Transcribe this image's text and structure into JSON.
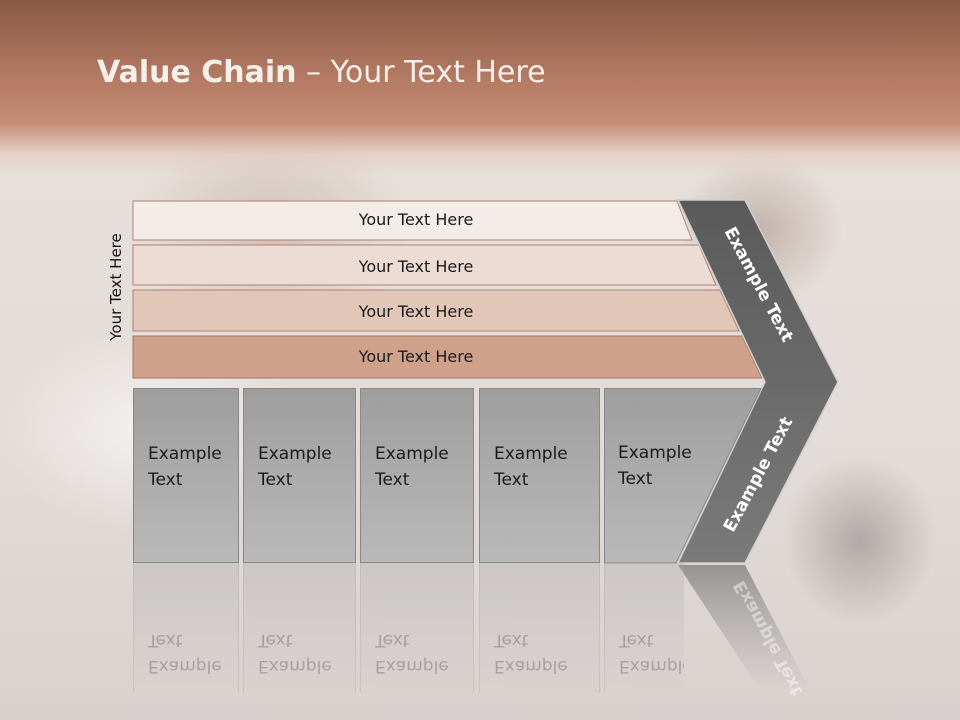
{
  "title": {
    "bold": "Value Chain",
    "rest": " – Your Text Here"
  },
  "vertical_label": "Your Text Here",
  "rows": [
    {
      "label": "Your Text Here",
      "color": "#f4ece9"
    },
    {
      "label": "Your Text Here",
      "color": "#ecdcd4"
    },
    {
      "label": "Your Text Here",
      "color": "#e2c6b8"
    },
    {
      "label": "Your Text Here",
      "color": "#cfa08a"
    }
  ],
  "boxes": [
    {
      "line1": "Example",
      "line2": "Text"
    },
    {
      "line1": "Example",
      "line2": "Text"
    },
    {
      "line1": "Example",
      "line2": "Text"
    },
    {
      "line1": "Example",
      "line2": "Text"
    },
    {
      "line1": "Example",
      "line2": "Text"
    }
  ],
  "chevron_upper": "Example Text",
  "chevron_lower": "Example Text",
  "colors": {
    "chevron": "#6f6f6f",
    "box": "#aeaeae",
    "header": "#b47a63"
  }
}
